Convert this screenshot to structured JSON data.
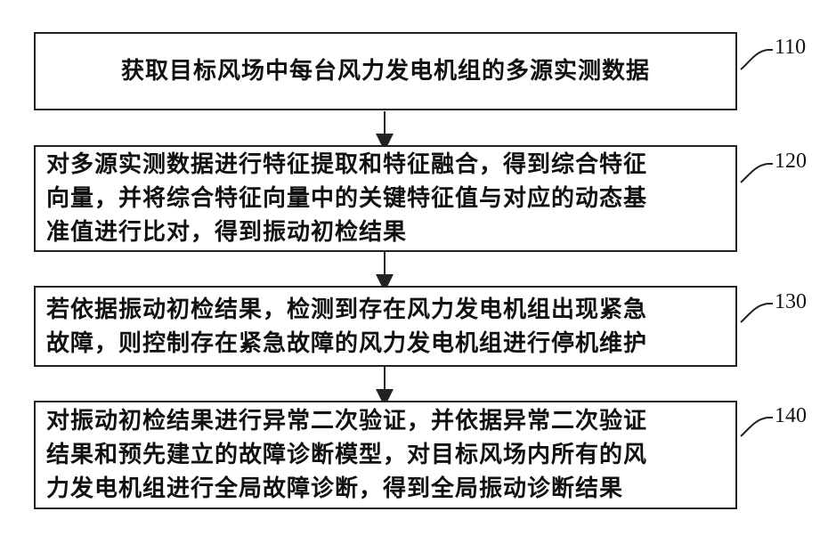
{
  "steps": [
    {
      "id": "110",
      "text": "获取目标风场中每台风力发电机组的多源实测数据"
    },
    {
      "id": "120",
      "text": "对多源实测数据进行特征提取和特征融合，得到综合特征\n向量，并将综合特征向量中的关键特征值与对应的动态基\n准值进行比对，得到振动初检结果"
    },
    {
      "id": "130",
      "text": "若依据振动初检结果，检测到存在风力发电机组出现紧急\n故障，则控制存在紧急故障的风力发电机组进行停机维护"
    },
    {
      "id": "140",
      "text": "对振动初检结果进行异常二次验证，并依据异常二次验证\n结果和预先建立的故障诊断模型，对目标风场内所有的风\n力发电机组进行全局故障诊断，得到全局振动诊断结果"
    }
  ]
}
